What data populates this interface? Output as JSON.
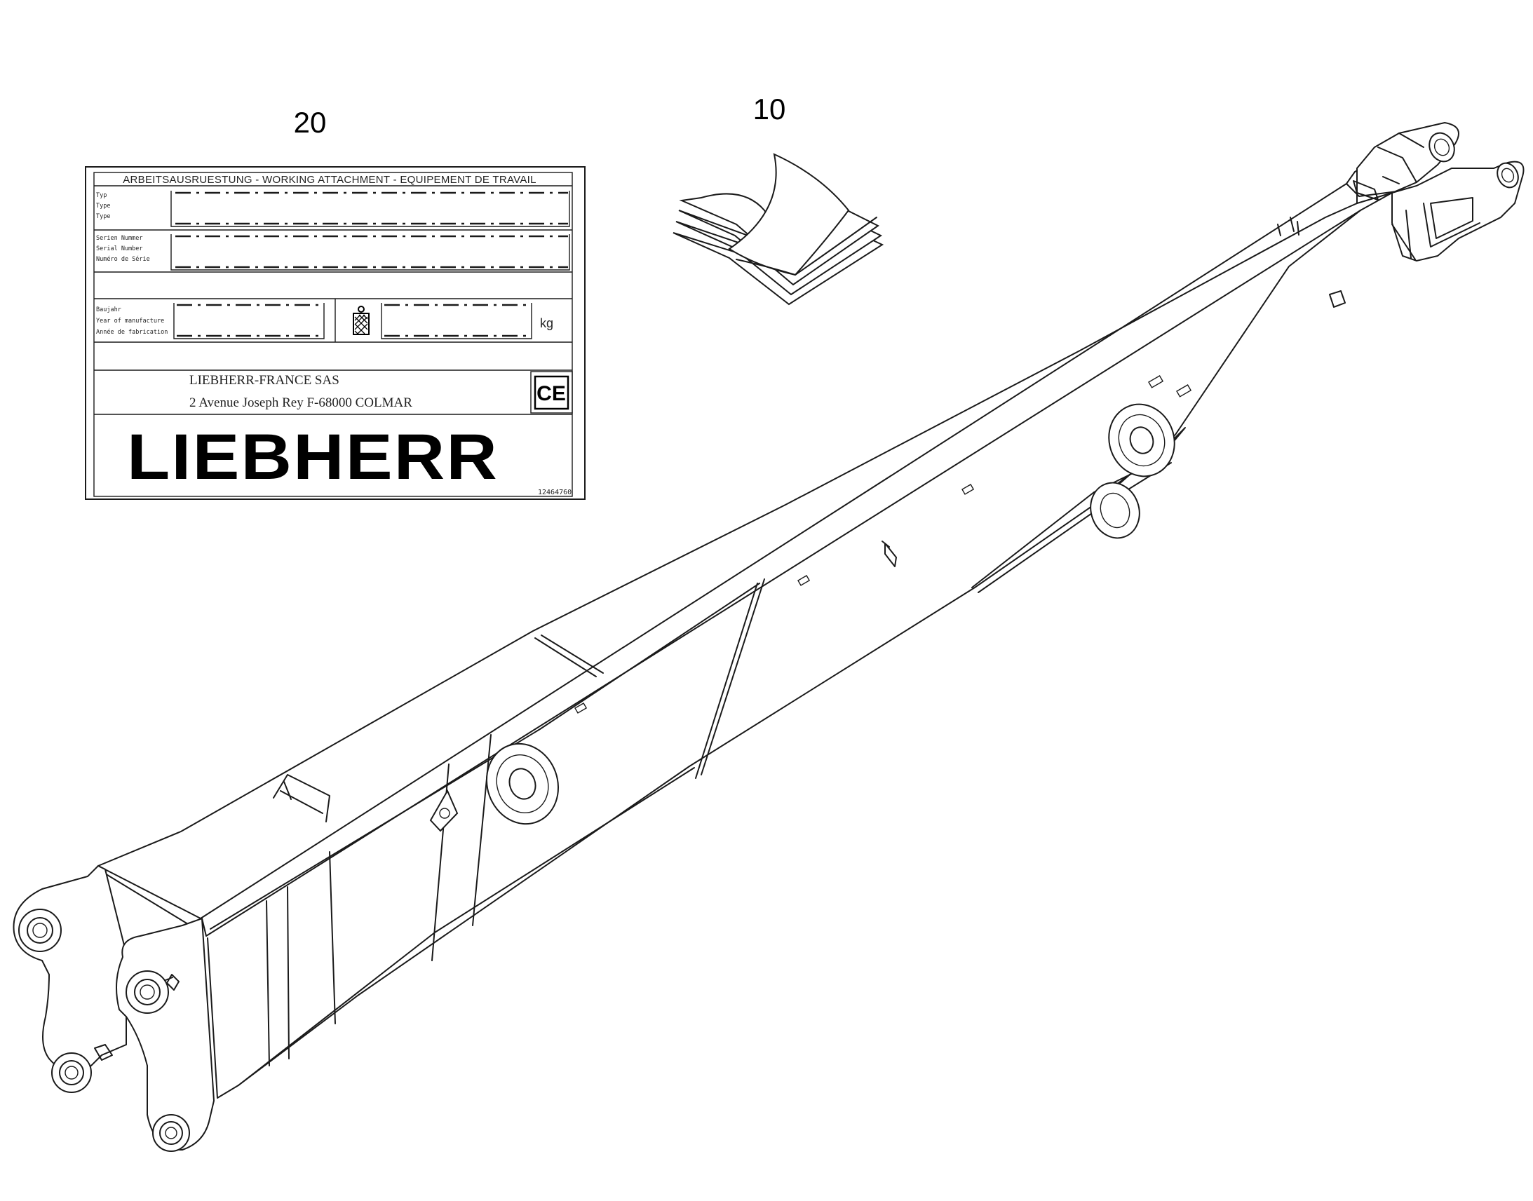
{
  "callouts": {
    "plate": "20",
    "manual": "10"
  },
  "plate": {
    "header": "ARBEITSAUSRUESTUNG - WORKING ATTACHMENT - EQUIPEMENT DE TRAVAIL",
    "type_labels": [
      "Typ",
      "Type",
      "Type"
    ],
    "serial_labels": [
      "Serien Nummer",
      "Serial Number",
      "Numéro de Série"
    ],
    "year_labels": [
      "Baujahr",
      "Year of manufacture",
      "Année de fabrication"
    ],
    "weight_unit": "kg",
    "company": "LIEBHERR-FRANCE SAS",
    "address": "2 Avenue Joseph Rey F-68000 COLMAR",
    "brand": "LIEBHERR",
    "part_number": "12464760",
    "ce_mark": "CE"
  },
  "icons": {
    "weight": "weight-icon",
    "ce": "ce-mark-icon",
    "manual": "open-book-icon"
  }
}
